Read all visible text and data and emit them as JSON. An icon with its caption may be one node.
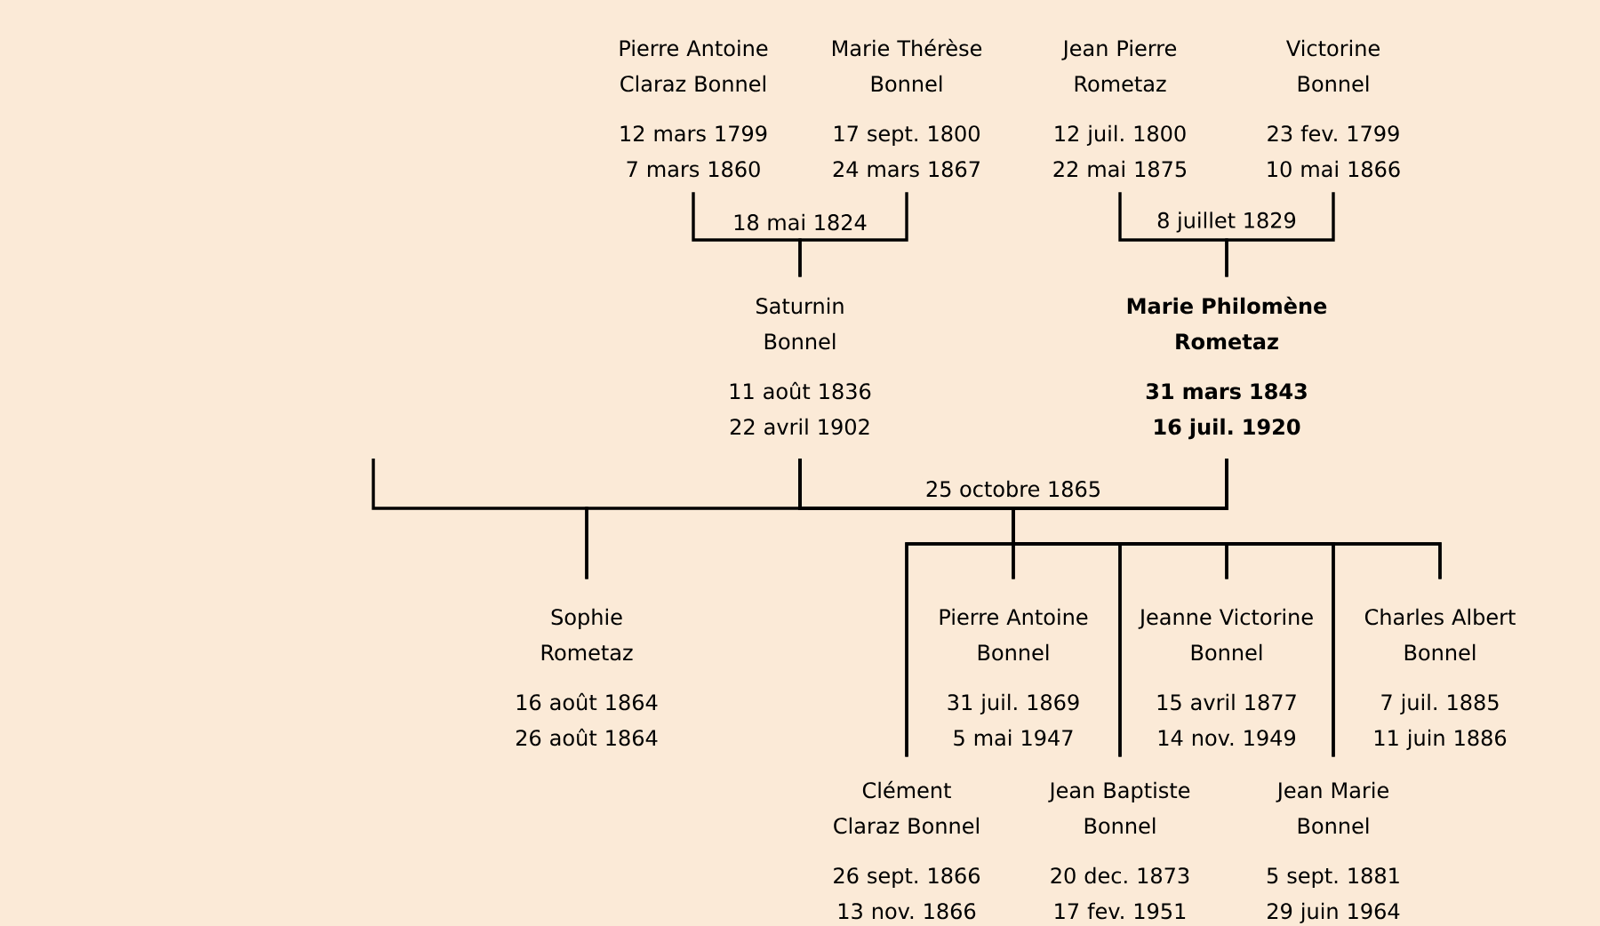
{
  "diagram": {
    "nodes": [
      {
        "text": [
          "Pierre Antoine Claraz Bonnel",
          "12 mars 1799",
          "7 mars 1860"
        ]
      },
      {
        "text": [
          "Marie Thérèse Bonnel",
          "17 sept. 1800",
          "24 mars 1867"
        ]
      },
      {
        "text": [
          "Jean Pierre Rometaz",
          "12 juil. 1800",
          "22 mai 1875"
        ]
      },
      {
        "text": [
          "Victorine Bonnel",
          "23 fev. 1799",
          "10 mai 1866"
        ]
      },
      {
        "text": [
          "Saturnin Bonnel",
          "11 août 1836",
          "22 avril 1902"
        ]
      },
      {
        "text": [
          "Marie Philomène Rometaz",
          "31 mars 1843",
          "16 juil. 1920"
        ]
      },
      {
        "text": [
          "Sophie Rometaz",
          "16 août 1864",
          "26 août 1864"
        ]
      },
      {
        "text": [
          "Pierre Antoine Bonnel",
          "31 juil. 1869",
          "5 mai 1947"
        ]
      },
      {
        "text": [
          "Jeanne Victorine Bonnel",
          "15 avril 1877",
          "14 nov. 1949"
        ]
      },
      {
        "text": [
          "Charles Albert Bonnel",
          "7 juil. 1885",
          "11 juin 1886"
        ]
      },
      {
        "text": [
          "Clément Claraz Bonnel",
          "26 sept. 1866",
          "13 nov. 1866"
        ]
      },
      {
        "text": [
          "Jean Baptiste Bonnel",
          "20 dec. 1873",
          "17 fev. 1951"
        ]
      },
      {
        "text": [
          "Jean Marie Bonnel",
          "5 sept. 1881",
          "29 juin 1964"
        ]
      }
    ],
    "edges": [
      {
        "from": 0,
        "to": 4,
        "arrow": "none",
        "label": "18 mai 1824"
      },
      {
        "from": 1,
        "to": 4,
        "arrow": "none"
      },
      {
        "from": 2,
        "to": 5,
        "arrow": "none",
        "label": "8 juillet 1829"
      },
      {
        "from": 3,
        "to": 5,
        "arrow": "none"
      },
      {
        "from": null,
        "to": 6,
        "arrow": "none"
      },
      {
        "from": 5,
        "to": 6,
        "arrow": "none"
      },
      {
        "from": 4,
        "to": 7,
        "arrow": "none",
        "label": "25 octobre 1865"
      },
      {
        "from": 5,
        "to": 7,
        "arrow": "none"
      },
      {
        "from": 4,
        "to": 8,
        "arrow": "none"
      },
      {
        "from": 5,
        "to": 8,
        "arrow": "none"
      },
      {
        "from": 4,
        "to": 9,
        "arrow": "none"
      },
      {
        "from": 5,
        "to": 9,
        "arrow": "none"
      },
      {
        "from": 4,
        "to": 10,
        "arrow": "none"
      },
      {
        "from": 5,
        "to": 10,
        "arrow": "none"
      },
      {
        "from": 4,
        "to": 11,
        "arrow": "none"
      },
      {
        "from": 5,
        "to": 11,
        "arrow": "none"
      },
      {
        "from": 4,
        "to": 12,
        "arrow": "none"
      },
      {
        "from": 5,
        "to": 12,
        "arrow": "none"
      }
    ]
  }
}
